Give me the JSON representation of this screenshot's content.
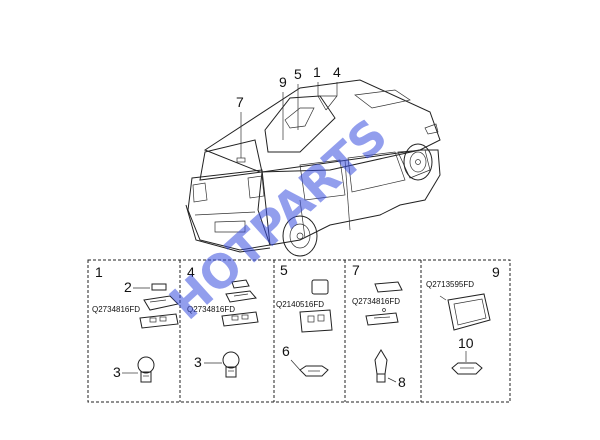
{
  "watermark": "HOTPARTS",
  "car_callouts": [
    "9",
    "5",
    "1",
    "4",
    "7"
  ],
  "panels": [
    {
      "number": "1",
      "parts": [
        {
          "callout": "2"
        },
        {
          "callout": "3"
        }
      ],
      "part_number": "Q2734816FD"
    },
    {
      "number": "4",
      "parts": [
        {
          "callout": "3"
        }
      ],
      "part_number": "Q2734816FD"
    },
    {
      "number": "5",
      "parts": [
        {
          "callout": "6"
        }
      ],
      "part_number": "Q2140516FD"
    },
    {
      "number": "7",
      "parts": [
        {
          "callout": "8"
        }
      ],
      "part_number": "Q2734816FD"
    },
    {
      "number": "9",
      "parts": [
        {
          "callout": "10"
        }
      ],
      "part_number": "Q2713595FD"
    }
  ],
  "colors": {
    "line": "#222222",
    "watermark": "#3a4fe0"
  }
}
